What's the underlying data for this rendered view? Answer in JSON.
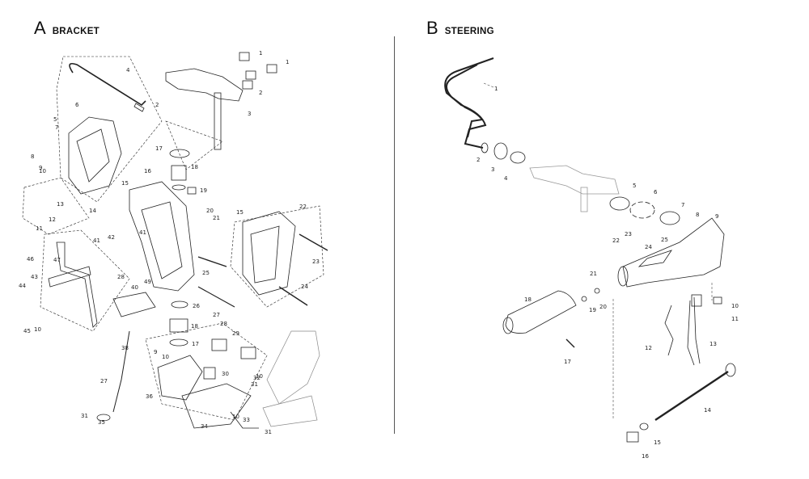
{
  "sections": [
    {
      "letter": "A",
      "title": "BRACKET"
    },
    {
      "letter": "B",
      "title": "STEERING"
    }
  ],
  "bracket_callouts": [
    "1",
    "1",
    "2",
    "2",
    "3",
    "4",
    "5",
    "6",
    "7",
    "8",
    "9",
    "10",
    "11",
    "12",
    "13",
    "14",
    "15",
    "15",
    "16",
    "17",
    "17",
    "18",
    "18",
    "19",
    "20",
    "21",
    "22",
    "23",
    "24",
    "25",
    "26",
    "27",
    "27",
    "28",
    "28",
    "29",
    "30",
    "31",
    "31",
    "31",
    "32",
    "33",
    "34",
    "35",
    "36",
    "38",
    "40",
    "41",
    "41",
    "42",
    "43",
    "44",
    "45",
    "46",
    "47",
    "49",
    "10",
    "10",
    "10",
    "10",
    "9"
  ],
  "steering_callouts": [
    "1",
    "2",
    "3",
    "4",
    "5",
    "6",
    "7",
    "8",
    "9",
    "10",
    "11",
    "12",
    "13",
    "14",
    "15",
    "16",
    "17",
    "18",
    "19",
    "20",
    "21",
    "22",
    "23",
    "24",
    "25"
  ]
}
